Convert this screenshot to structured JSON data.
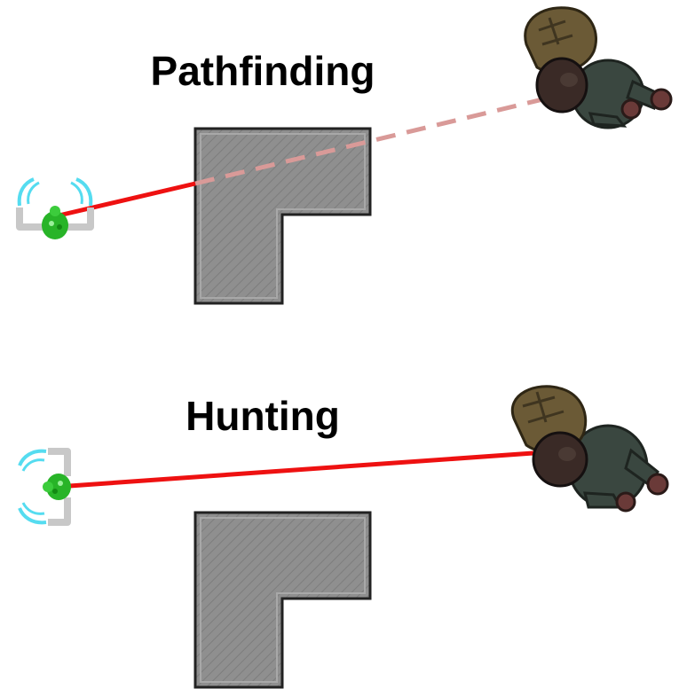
{
  "panels": [
    {
      "title": "Pathfinding",
      "ray_mode": "blocked",
      "drone_icon": "robot-drone-icon",
      "target_icon": "soldier-top-down-icon",
      "obstacle": "l-shaped-wall"
    },
    {
      "title": "Hunting",
      "ray_mode": "direct",
      "drone_icon": "robot-drone-icon",
      "target_icon": "soldier-top-down-icon",
      "obstacle": "l-shaped-wall"
    }
  ],
  "colors": {
    "ray": "#ee1111",
    "ray_blocked": "#d99a98",
    "wall_fill": "#8f8f8f",
    "wall_stroke": "#222222",
    "drone_body": "#28b428",
    "drone_arm": "#c8c8c8",
    "drone_claw": "#55dcf0",
    "soldier_jacket": "#3a4740",
    "soldier_pack": "#6b5a36",
    "soldier_head": "#3a2a26",
    "soldier_hand": "#6a3a38"
  }
}
